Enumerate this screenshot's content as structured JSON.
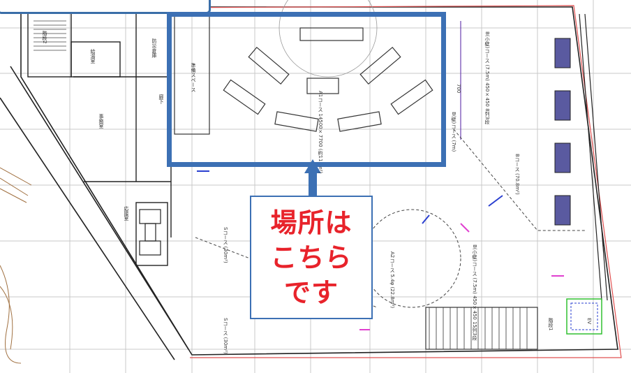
{
  "callout": {
    "lines": [
      "場所は",
      "こちら",
      "です"
    ]
  },
  "rooms": {
    "stair2": "階段2",
    "kyutoshitsu": "給湯室",
    "bosai": "防災倉庫",
    "jimushitsu": "事務室",
    "roka": "廊下",
    "osetsushitsu": "応接室",
    "s_course_top": "Sコース (30m²)",
    "s_course_bottom": "Sコース (30m²)",
    "a1_course": "A1コース 14500×7700 (約110m²)",
    "a2_course": "A2コース 5.4φ (22.8m²)",
    "b_course": "Bコース (70.8m²)",
    "b_wall_course": "B(小壁)コース (7.5m) 450×450 8列3段",
    "b_wall_course_2": "B(小壁)コース (7.5m) 450×450 15列3段",
    "b_wall_small": "B(壁)コース (7m)",
    "stair1": "階段1",
    "ev": "EV",
    "pantry": "準備スペース",
    "dim_700": "700"
  },
  "colors": {
    "highlight": "#3c70b4",
    "callout_text": "#e8232b",
    "plan_line": "#222222",
    "boundary": "#e05050",
    "arrow_blue": "#2a3fd0",
    "arrow_pink": "#e040d0",
    "ev_green": "#30c030"
  }
}
